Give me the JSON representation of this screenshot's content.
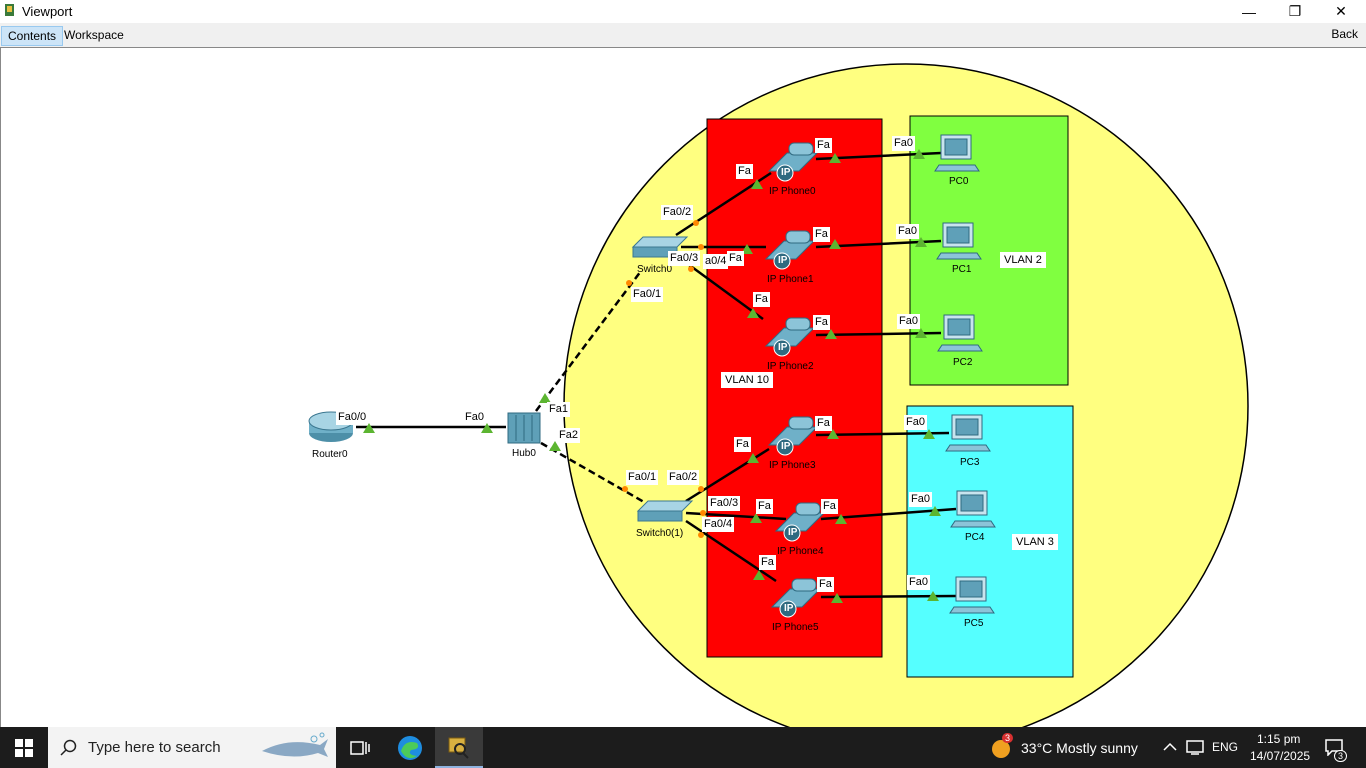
{
  "window": {
    "title": "Viewport",
    "minimize": "—",
    "restore": "❐",
    "close": "✕"
  },
  "menu": {
    "tabs": [
      "Contents",
      "Workspace"
    ],
    "back": "Back"
  },
  "devices": {
    "router0": "Router0",
    "hub0": "Hub0",
    "switch0": "Switch0",
    "switch01": "Switch0(1)",
    "phones": [
      "IP Phone0",
      "IP Phone1",
      "IP Phone2",
      "IP Phone3",
      "IP Phone4",
      "IP Phone5"
    ],
    "pcs": [
      "PC0",
      "PC1",
      "PC2",
      "PC3",
      "PC4",
      "PC5"
    ],
    "ip_badge": "IP"
  },
  "vlans": {
    "vlan10": "VLAN 10",
    "vlan2": "VLAN 2",
    "vlan3": "VLAN 3"
  },
  "ports": {
    "router_fa00": "Fa0/0",
    "hub_fa0": "Fa0",
    "hub_fa1": "Fa1",
    "hub_fa2": "Fa2",
    "sw0_fa01": "Fa0/1",
    "sw0_fa02": "Fa0/2",
    "sw0_fa03": "Fa0/3",
    "sw0_fa04": "a0/4",
    "sw1_fa01": "Fa0/1",
    "sw1_fa02": "Fa0/2",
    "sw1_fa03": "Fa0/3",
    "sw1_fa04": "Fa0/4",
    "phone_fa": "Fa",
    "pc_fa0": "Fa0"
  },
  "taskbar": {
    "search_placeholder": "Type here to search",
    "weather": "33°C  Mostly sunny",
    "weather_badge": "3",
    "lang": "ENG",
    "time": "1:15 pm",
    "date": "14/07/2025",
    "notif_count": "3"
  },
  "colors": {
    "vlan10": "#ff0000",
    "vlan2": "#80ff40",
    "vlan3": "#55ffff",
    "circle": "#ffff80",
    "link_up": "#5cb531"
  }
}
